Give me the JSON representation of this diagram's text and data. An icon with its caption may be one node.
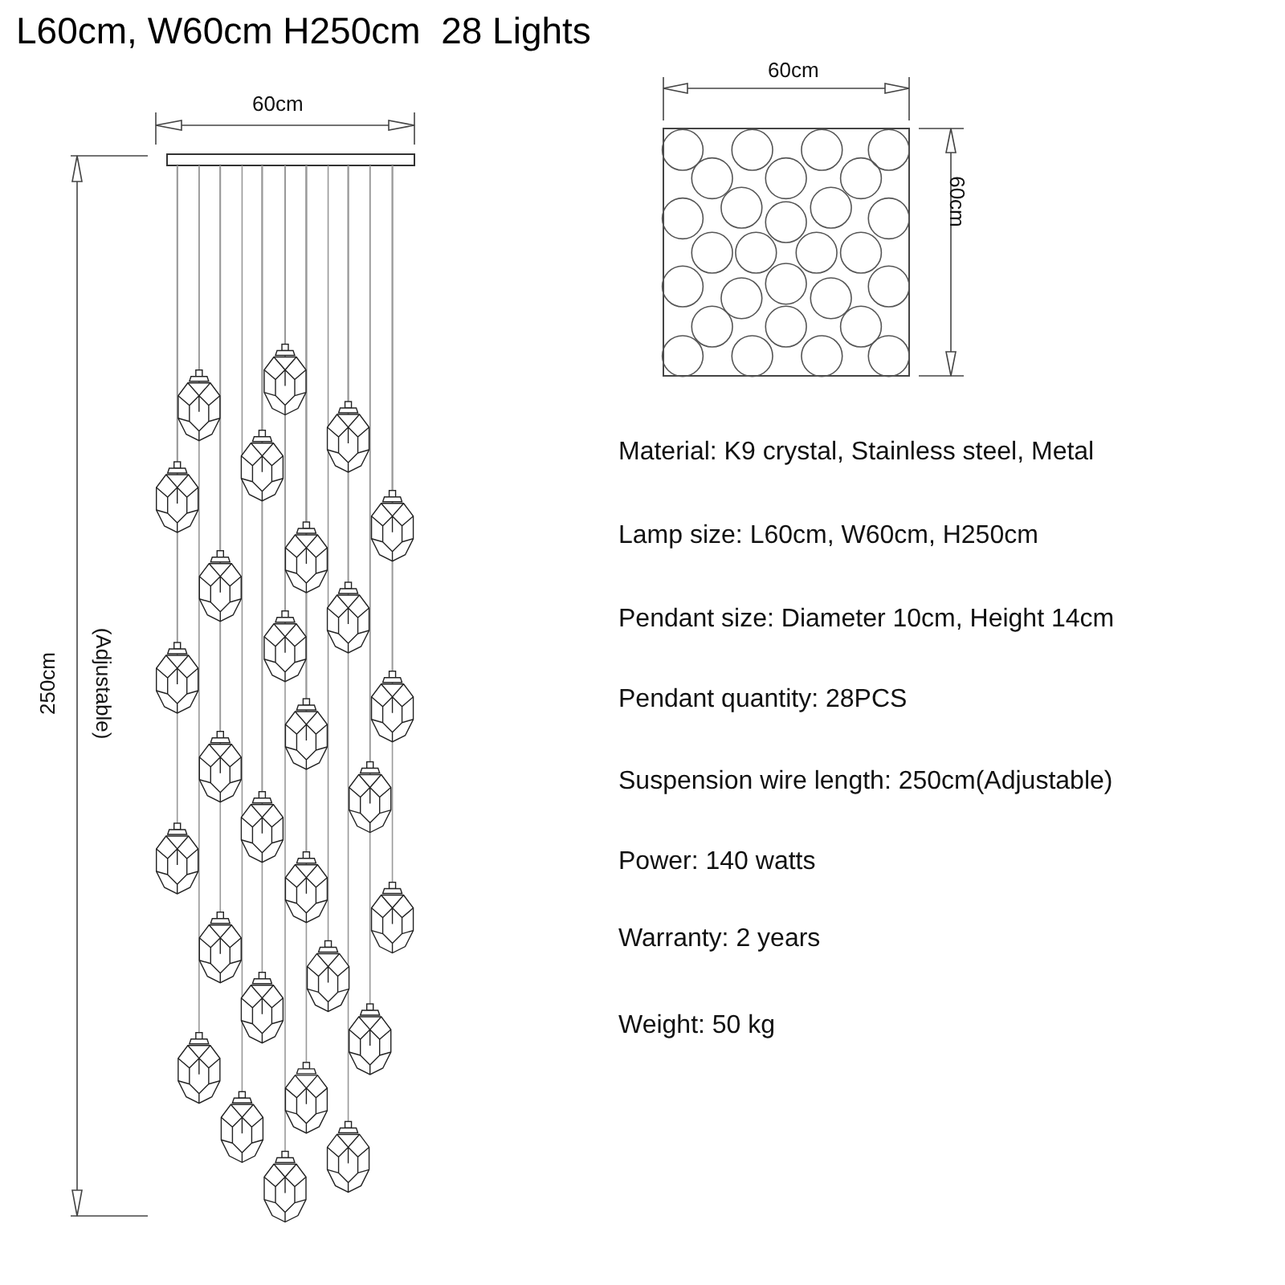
{
  "diagram": {
    "title": "L60cm, W60cm H250cm  28 Lights",
    "labels": [
      "60cm",
      "250cm",
      "(Adjustable)",
      "60cm",
      "60cm",
      "Material: K9 crystal, Stainless steel, Metal",
      "Lamp size: L60cm, W60cm, H250cm",
      "Pendant size: Diameter 10cm, Height 14cm",
      "Pendant quantity: 28PCS",
      "Suspension wire length: 250cm(Adjustable)",
      "Power: 140 watts",
      "Warranty: 2 years",
      "Weight: 50 kg"
    ]
  }
}
